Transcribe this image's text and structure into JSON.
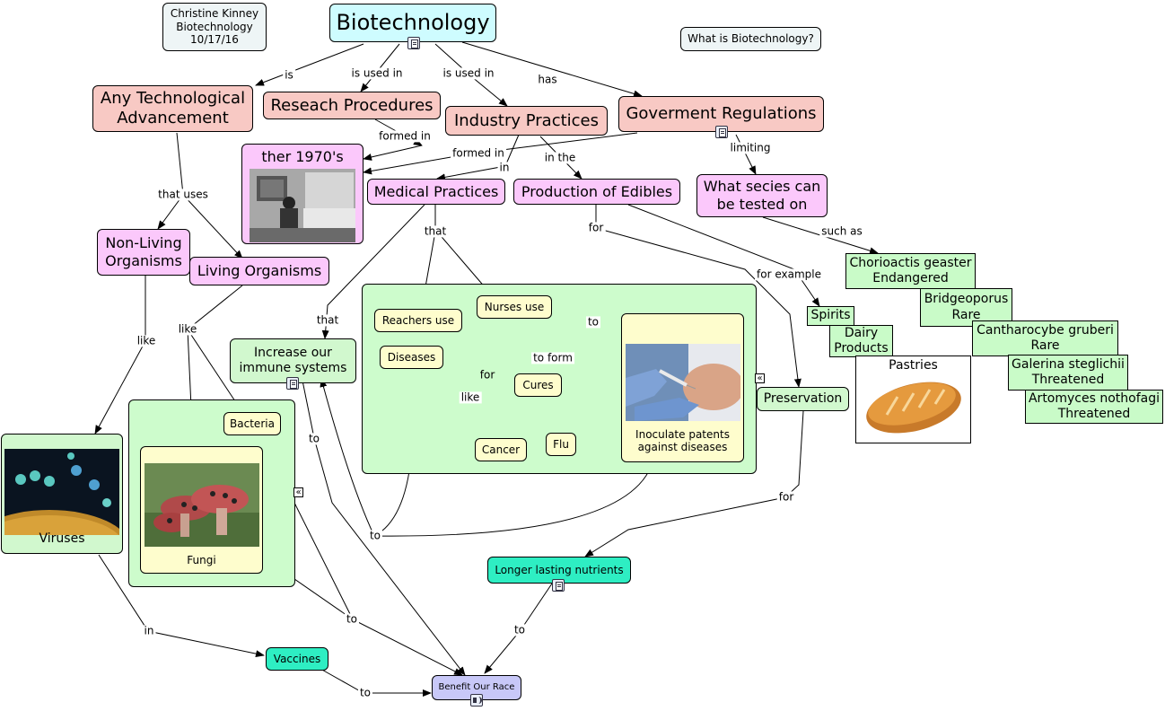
{
  "nodes": {
    "author": "Christine Kinney\nBiotechnology\n10/17/16",
    "biotech": "Biotechnology",
    "what_is": "What is Biotechnology?",
    "any_tech": "Any Technological\nAdvancement",
    "research": "Reseach Procedures",
    "industry": "Industry Practices",
    "gov": "Goverment Regulations",
    "seventies": "ther 1970's",
    "medical": "Medical Practices",
    "edibles": "Production of Edibles",
    "species": "What secies can\nbe tested on",
    "nonliving": "Non-Living\nOrganisms",
    "living": "Living Organisms",
    "immune": "Increase our\nimmune systems",
    "reachers": "Reachers use",
    "nurses": "Nurses use",
    "diseases": "Diseases",
    "cures": "Cures",
    "cancer": "Cancer",
    "flu": "Flu",
    "inoculate": "Inoculate patents\nagainst diseases",
    "bacteria": "Bacteria",
    "fungi": "Fungi",
    "viruses": "Viruses",
    "preservation": "Preservation",
    "spirits": "Spirits",
    "dairy": "Dairy\nProducts",
    "pastries": "Pastries",
    "chorio": "Chorioactis geaster\nEndangered",
    "bridge": "Bridgeoporus\nRare",
    "canth": "Cantharocybe gruberi\nRare",
    "galerina": "Galerina steglichii\nThreatened",
    "artomyces": "Artomyces nothofagi\nThreatened",
    "nutrients": "Longer lasting nutrients",
    "vaccines": "Vaccines",
    "benefit": "Benefit Our Race"
  },
  "links": {
    "is": "is",
    "used1": "is used in",
    "used2": "is used in",
    "has": "has",
    "formed1": "formed in",
    "formed2": "formed in",
    "in1": "in",
    "inthe": "in the",
    "limiting": "limiting",
    "thatuses": "that uses",
    "that1": "that",
    "that2": "that",
    "for1": "for",
    "forexample": "for example",
    "suchas": "such as",
    "like1": "like",
    "like2": "like",
    "like3": "like",
    "to1": "to",
    "toform": "to form",
    "for2": "for",
    "to2": "to",
    "to3": "to",
    "for3": "for",
    "in2": "in",
    "to4": "to",
    "to5": "to"
  },
  "icons": [
    "resource-icon",
    "speaker-icon",
    "collapse-icon"
  ],
  "colors": {
    "title_node": "#cefcff",
    "main_concepts": "#f8c9c4",
    "sub_concepts": "#fbc8fb",
    "group_panel": "#cdfccc",
    "yellow_nodes": "#fefdcd",
    "teal_nodes": "#2eeec3",
    "benefit_node": "#c8c8f8"
  }
}
